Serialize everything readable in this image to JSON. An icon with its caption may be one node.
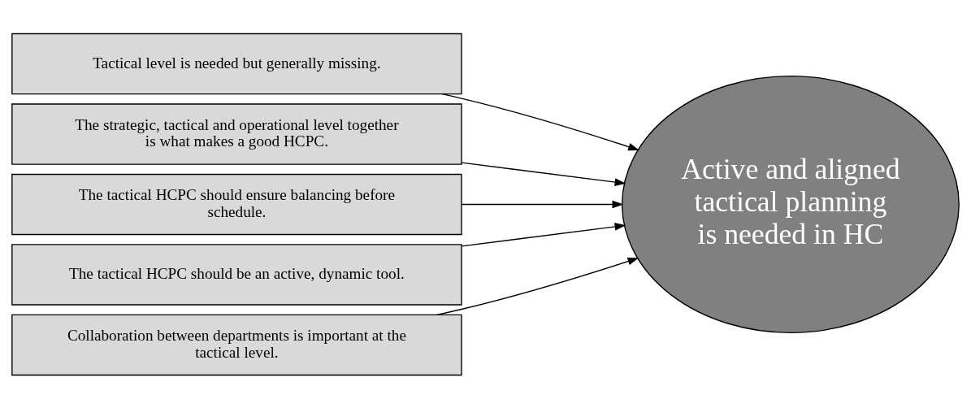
{
  "diagram": {
    "nodes": [
      {
        "text": [
          "Tactical level is needed but generally missing."
        ]
      },
      {
        "text": [
          "The strategic, tactical and operational level together is what makes a good HCPC."
        ]
      },
      {
        "text": [
          "The tactical HCPC should ensure balancing before schedule."
        ]
      },
      {
        "text": [
          "The tactical HCPC should be an active, dynamic tool."
        ]
      },
      {
        "text": [
          "Collaboration between departments is important at the tactical level."
        ]
      },
      {
        "text": [
          "Active and aligned tactical planning is needed in HC"
        ]
      }
    ],
    "edges": [
      {
        "from": 0,
        "to": 5,
        "arrow": "to"
      },
      {
        "from": 1,
        "to": 5,
        "arrow": "to"
      },
      {
        "from": 2,
        "to": 5,
        "arrow": "to"
      },
      {
        "from": 3,
        "to": 5,
        "arrow": "to"
      },
      {
        "from": 4,
        "to": 5,
        "arrow": "to"
      }
    ]
  }
}
